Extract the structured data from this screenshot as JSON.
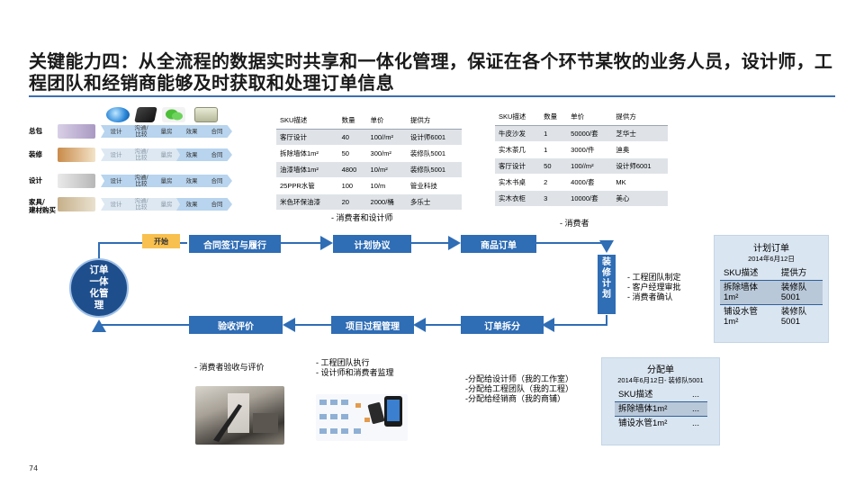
{
  "title": "关键能力四：从全流程的数据实时共享和一体化管理，保证在各个环节某牧的业务人员，设计师，工程团队和经销商能够及时获取和处理订单信息",
  "colors": {
    "accent": "#2f6db5",
    "circle": "#1e4e8c",
    "start": "#f8c04e",
    "card": "#d9e5f1",
    "step": "#b8d4ee"
  },
  "grid": {
    "rows": [
      {
        "label": "总包",
        "steps": [
          "设计",
          "沟通/\n比较",
          "量房",
          "效果",
          "合同"
        ],
        "active": [
          true,
          true,
          true,
          true,
          true
        ]
      },
      {
        "label": "装修",
        "steps": [
          "设计",
          "沟通/\n比较",
          "量房",
          "效果",
          "合同"
        ],
        "active": [
          false,
          false,
          false,
          true,
          true
        ]
      },
      {
        "label": "设计",
        "steps": [
          "设计",
          "沟通/\n比较",
          "量房",
          "效果",
          "合同"
        ],
        "active": [
          true,
          true,
          true,
          true,
          true
        ]
      },
      {
        "label": "家具/\n建材购买",
        "steps": [
          "设计",
          "沟通/\n比较",
          "量房",
          "效果",
          "合同"
        ],
        "active": [
          false,
          false,
          false,
          true,
          true
        ]
      }
    ],
    "icons": [
      "ie-icon",
      "tablet-icon",
      "wechat-icon",
      "store-icon"
    ]
  },
  "table1": {
    "headers": [
      "SKU描述",
      "数量",
      "单价",
      "提供方"
    ],
    "rows": [
      [
        "客厅设计",
        "40",
        "100//m²",
        "设计师6001"
      ],
      [
        "拆除墙体1m²",
        "50",
        "300/m²",
        "装修队5001"
      ],
      [
        "油漆墙体1m²",
        "4800",
        "10/m²",
        "装修队5001"
      ],
      [
        "25PPR水管",
        "100",
        "10/m",
        "管业科技"
      ],
      [
        "米色环保油漆",
        "20",
        "2000/桶",
        "多乐士"
      ]
    ]
  },
  "table2": {
    "headers": [
      "SKU描述",
      "数量",
      "单价",
      "提供方"
    ],
    "rows": [
      [
        "牛皮沙发",
        "1",
        "50000/套",
        "芝华士"
      ],
      [
        "实木茶几",
        "1",
        "3000/件",
        "迪奥"
      ],
      [
        "客厅设计",
        "50",
        "100//m²",
        "设计师6001"
      ],
      [
        "实木书桌",
        "2",
        "4000/套",
        "MK"
      ],
      [
        "实木衣柜",
        "3",
        "10000/套",
        "美心"
      ]
    ]
  },
  "notes": {
    "consumer_designer": "- 消费者和设计师",
    "consumer": "- 消费者",
    "decoration": "- 工程团队制定\n- 客户经理审批\n- 消费者确认",
    "acceptance": "-   消费者验收与评价",
    "project": "-   工程团队执行\n-   设计师和消费者监理",
    "split": "-分配给设计师（我的工作室）\n-分配给工程团队（我的工程）\n-分配给经销商（我的商铺）"
  },
  "flow": {
    "start": "开始",
    "contract": "合同签订与履行",
    "plan": "计划协议",
    "product_order": "商品订单",
    "decoration_plan": "装\n修\n计\n划",
    "order_split": "订单拆分",
    "project_mgmt": "项目过程管理",
    "acceptance": "验收评价",
    "center": "订单\n一体\n化管\n理"
  },
  "plan_card": {
    "title": "计划订单",
    "date": "2014年6月12日",
    "headers": [
      "SKU描述",
      "提供方"
    ],
    "rows": [
      [
        "拆除墙体\n1m²",
        "装修队\n5001"
      ],
      [
        "铺设水管\n1m²",
        "装修队\n5001"
      ]
    ]
  },
  "dispatch_card": {
    "title": "分配单",
    "date": "2014年6月12日- 装修队5001",
    "headers": [
      "SKU描述",
      "..."
    ],
    "rows": [
      [
        "拆除墙体1m²",
        "..."
      ],
      [
        "铺设水管1m²",
        "..."
      ]
    ]
  },
  "page_number": "74"
}
